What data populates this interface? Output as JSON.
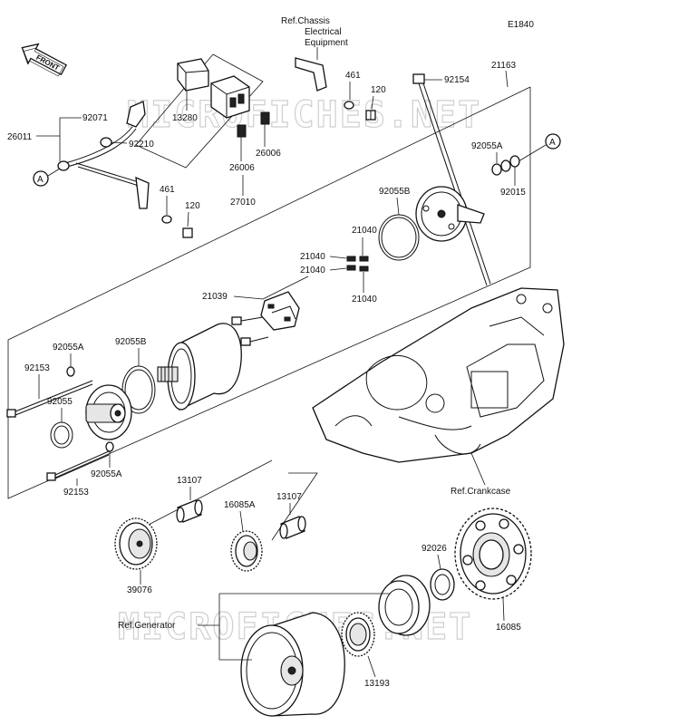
{
  "diagram_code": "E1840",
  "front_label": "FRONT",
  "watermarks": [
    "MICROFICHES.NET",
    "MICROFICHES.NET"
  ],
  "refs": {
    "chassis_line1": "Ref.Chassis",
    "chassis_line2": "Electrical",
    "chassis_line3": "Equipment",
    "crankcase": "Ref.Crankcase",
    "generator": "Ref.Generator"
  },
  "callouts": {
    "a1": "A",
    "a2": "A"
  },
  "parts": {
    "p21163": "21163",
    "p92154": "92154",
    "p461a": "461",
    "p120a": "120",
    "p13280": "13280",
    "p26006a": "26006",
    "p26006b": "26006",
    "p27010": "27010",
    "p92071": "92071",
    "p26011": "26011",
    "p92210": "92210",
    "p461b": "461",
    "p120b": "120",
    "p92055a_top": "92055A",
    "p92015": "92015",
    "p92055b_top": "92055B",
    "p21040a": "21040",
    "p21040b": "21040",
    "p21040c": "21040",
    "p21040d": "21040",
    "p21039": "21039",
    "p92055a_l": "92055A",
    "p92055b_l": "92055B",
    "p92153a": "92153",
    "p92055": "92055",
    "p92055a_b": "92055A",
    "p92153b": "92153",
    "p13107a": "13107",
    "p13107b": "13107",
    "p16085a": "16085A",
    "p39076": "39076",
    "p92026": "92026",
    "p16085": "16085",
    "p13193": "13193"
  }
}
